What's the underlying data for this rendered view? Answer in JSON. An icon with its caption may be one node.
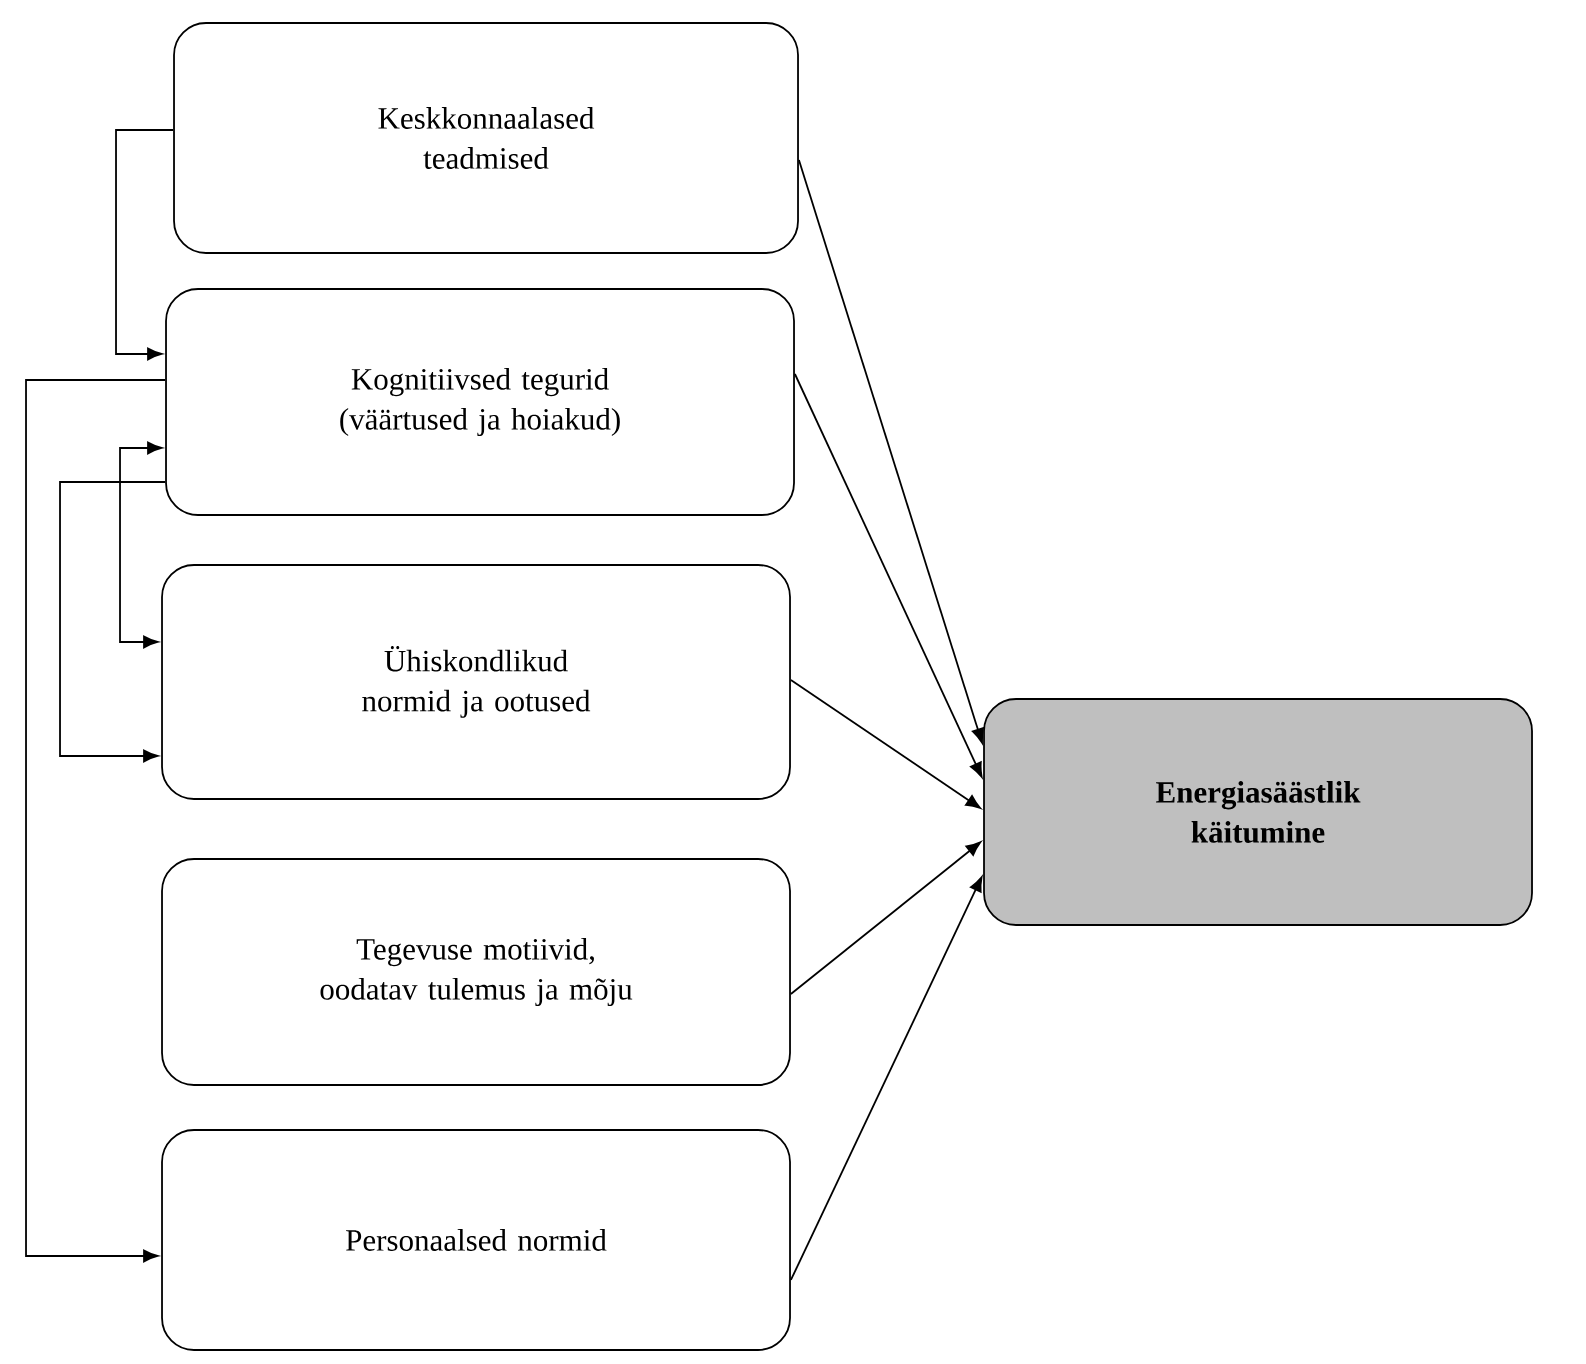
{
  "diagram": {
    "nodes": [
      {
        "text": [
          "Keskkonnaalased teadmised"
        ]
      },
      {
        "text": [
          "Kognitiivsed tegurid (väärtused ja hoiakud)"
        ]
      },
      {
        "text": [
          "Ühiskondlikud normid ja ootused"
        ]
      },
      {
        "text": [
          "Tegevuse motiivid, oodatav tulemus ja mõju"
        ]
      },
      {
        "text": [
          "Personaalsed normid"
        ]
      },
      {
        "text": [
          "Energiasäästlik käitumine"
        ]
      }
    ],
    "edges": [
      {
        "from": 0,
        "to": 1,
        "arrow": "to"
      },
      {
        "from": 1,
        "to": 4,
        "arrow": "to"
      },
      {
        "from": 1,
        "to": 2,
        "arrow": "both"
      },
      {
        "from": 1,
        "to": 2,
        "arrow": "to"
      },
      {
        "from": 0,
        "to": 5,
        "arrow": "to"
      },
      {
        "from": 1,
        "to": 5,
        "arrow": "to"
      },
      {
        "from": 2,
        "to": 5,
        "arrow": "to"
      },
      {
        "from": 3,
        "to": 5,
        "arrow": "to"
      },
      {
        "from": 4,
        "to": 5,
        "arrow": "to"
      }
    ]
  }
}
